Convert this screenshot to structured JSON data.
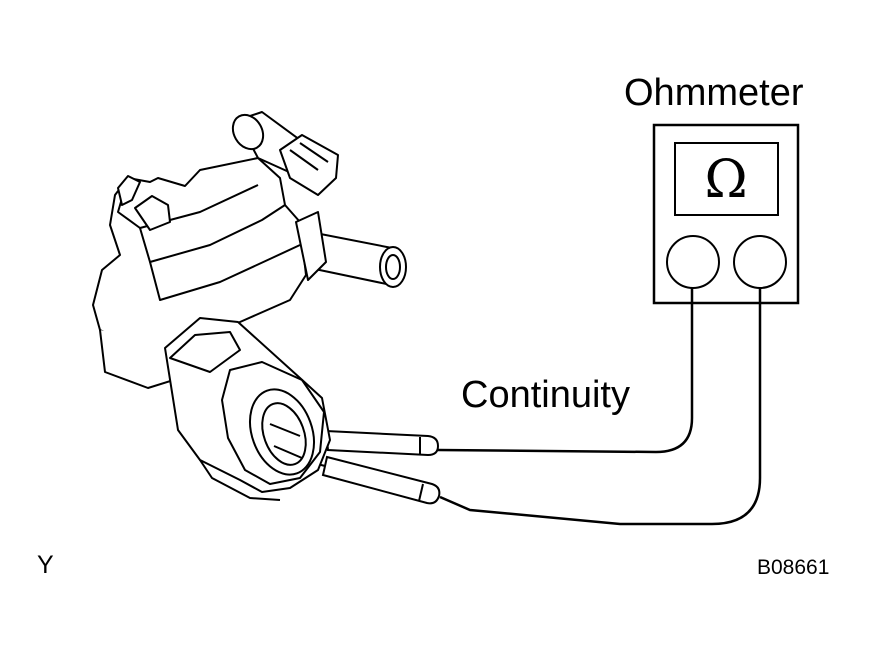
{
  "labels": {
    "meter": "Ohmmeter",
    "continuity": "Continuity",
    "view": "Y",
    "figure_code": "B08661"
  },
  "meter": {
    "display_symbol": "Ω"
  },
  "colors": {
    "line": "#000000",
    "background": "#ffffff"
  }
}
